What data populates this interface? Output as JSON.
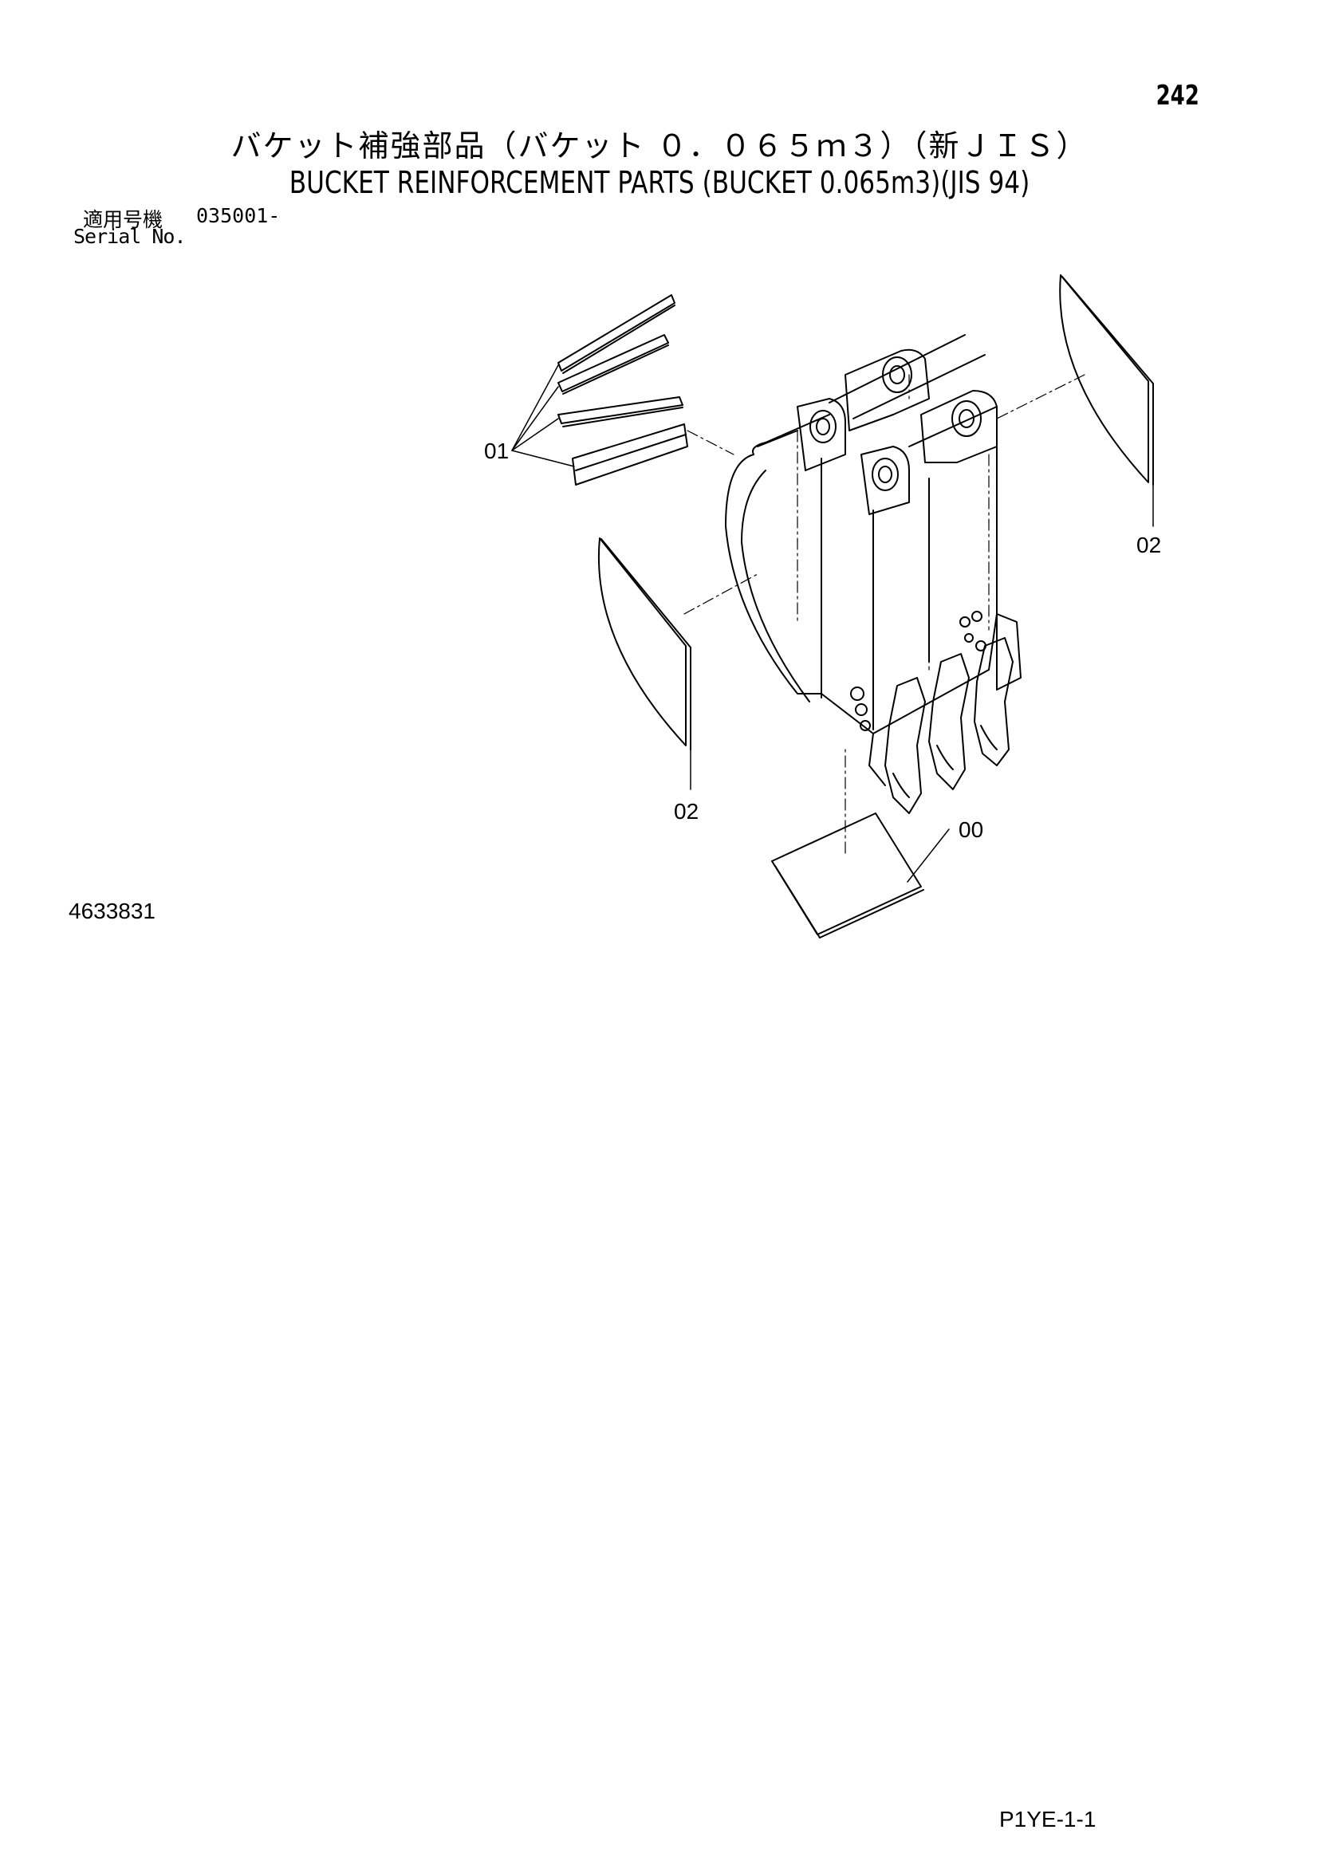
{
  "page": {
    "number": "242",
    "title_jp": "バケット補強部品（バケット ０．０６５ｍ３）（新ＪＩＳ）",
    "title_en": "BUCKET REINFORCEMENT PARTS (BUCKET 0.065m3)(JIS 94)",
    "serial_label_jp": "適用号機",
    "serial_value": "035001-",
    "serial_label_en": "Serial No.",
    "drawing_number": "4633831",
    "page_code": "P1YE-1-1"
  },
  "callouts": {
    "reinforcement_plates": "01",
    "side_plate_right": "02",
    "side_plate_left": "02",
    "bucket_assembly": "00"
  },
  "colors": {
    "ink": "#000000",
    "paper": "#ffffff"
  }
}
